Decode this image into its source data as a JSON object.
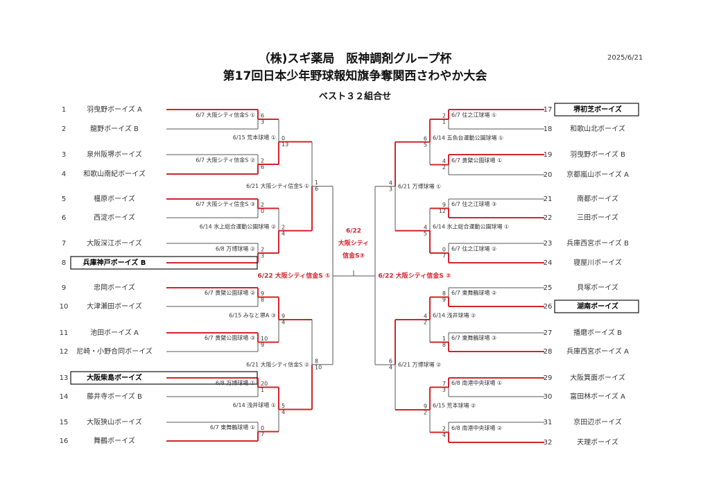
{
  "header": {
    "title_line1": "（株)スギ薬局　阪神調剤グループ杯",
    "title_line2": "第17回日本少年野球報知旗争奪関西さわやか大会",
    "title_line3": "ベスト３２組合せ",
    "date": "2025/6/21"
  },
  "left_teams": [
    {
      "num": "1",
      "name": "羽曳野ボーイズ A",
      "seed": false
    },
    {
      "num": "2",
      "name": "龍野ボーイズ B",
      "seed": false
    },
    {
      "num": "3",
      "name": "泉州阪堺ボーイズ",
      "seed": false
    },
    {
      "num": "4",
      "name": "和歌山南紀ボーイズ",
      "seed": false
    },
    {
      "num": "5",
      "name": "橿原ボーイズ",
      "seed": false
    },
    {
      "num": "6",
      "name": "西淀ボーイズ",
      "seed": false
    },
    {
      "num": "7",
      "name": "大阪深江ボーイズ",
      "seed": false
    },
    {
      "num": "8",
      "name": "兵庫神戸ボーイズ B",
      "seed": true
    },
    {
      "num": "9",
      "name": "忠岡ボーイズ",
      "seed": false
    },
    {
      "num": "10",
      "name": "大津瀬田ボーイズ",
      "seed": false
    },
    {
      "num": "11",
      "name": "池田ボーイズ A",
      "seed": false
    },
    {
      "num": "12",
      "name": "尼崎・小野合同ボーイズ",
      "seed": false
    },
    {
      "num": "13",
      "name": "大阪柴島ボーイズ",
      "seed": true
    },
    {
      "num": "14",
      "name": "藤井寺ボーイズ B",
      "seed": false
    },
    {
      "num": "15",
      "name": "大阪狭山ボーイズ",
      "seed": false
    },
    {
      "num": "16",
      "name": "舞鶴ボーイズ",
      "seed": false
    }
  ],
  "right_teams": [
    {
      "num": "17",
      "name": "堺初芝ボーイズ",
      "seed": true
    },
    {
      "num": "18",
      "name": "和歌山北ボーイズ",
      "seed": false
    },
    {
      "num": "19",
      "name": "羽曳野ボーイズ B",
      "seed": false
    },
    {
      "num": "20",
      "name": "京都嵐山ボーイズ A",
      "seed": false
    },
    {
      "num": "21",
      "name": "南都ボーイズ",
      "seed": false
    },
    {
      "num": "22",
      "name": "三田ボーイズ",
      "seed": false
    },
    {
      "num": "23",
      "name": "兵庫西宮ボーイズ B",
      "seed": false
    },
    {
      "num": "24",
      "name": "寝屋川ボーイズ",
      "seed": false
    },
    {
      "num": "25",
      "name": "貝塚ボーイズ",
      "seed": false
    },
    {
      "num": "26",
      "name": "湖南ボーイズ",
      "seed": true
    },
    {
      "num": "27",
      "name": "播磨ボーイズ B",
      "seed": false
    },
    {
      "num": "28",
      "name": "兵庫西宮ボーイズ A",
      "seed": false
    },
    {
      "num": "29",
      "name": "大阪箕面ボーイズ",
      "seed": false
    },
    {
      "num": "30",
      "name": "富田林ボーイズ A",
      "seed": false
    },
    {
      "num": "31",
      "name": "京田辺ボーイズ",
      "seed": false
    },
    {
      "num": "32",
      "name": "天理ボーイズ",
      "seed": false
    }
  ],
  "left_r1": [
    {
      "venue": "6/7 大阪シティ信金S ①",
      "top": "6",
      "bot": "3",
      "winner": "top"
    },
    {
      "venue": "6/7 大阪シティ信金S ②",
      "top": "2",
      "bot": "6",
      "winner": "bot"
    },
    {
      "venue": "6/7 大阪シティ信金S ③",
      "top": "2",
      "bot": "0",
      "winner": "top"
    },
    {
      "venue": "6/8 万博球場 ②",
      "top": "2",
      "bot": "3",
      "winner": "bot"
    },
    {
      "venue": "6/7 黄檗公園球場 ②",
      "top": "9",
      "bot": "8",
      "winner": "top"
    },
    {
      "venue": "6/7 黄檗公園球場 ③",
      "top": "10",
      "bot": "9",
      "winner": "top"
    },
    {
      "venue": "6/8 万博球場 ①",
      "top": "20",
      "bot": "1",
      "winner": "top"
    },
    {
      "venue": "6/7 東舞鶴球場 ①",
      "top": "0",
      "bot": "7",
      "winner": "bot"
    }
  ],
  "left_r2": [
    {
      "venue": "6/15 荒本球場 ①",
      "top": "0",
      "bot": "13",
      "winner": "bot"
    },
    {
      "venue": "6/14 氷上総合運動公園球場 ②",
      "top": "2",
      "bot": "4",
      "winner": "bot"
    },
    {
      "venue": "6/15 みなと堺A ③",
      "top": "9",
      "bot": "4",
      "winner": "top"
    },
    {
      "venue": "6/14 浅井球場 ①",
      "top": "5",
      "bot": "4",
      "winner": "top"
    }
  ],
  "left_r3": [
    {
      "venue": "6/21 大阪シティ信金S ①",
      "top": "1",
      "bot": "6",
      "winner": "bot"
    },
    {
      "venue": "6/21 大阪シティ信金S ②",
      "top": "8",
      "bot": "10",
      "winner": "bot"
    }
  ],
  "right_r1": [
    {
      "venue": "6/7 住之江球場 ①",
      "top": "2",
      "bot": "1",
      "winner": "top"
    },
    {
      "venue": "6/7 黄檗公園球場 ①",
      "top": "4",
      "bot": "2",
      "winner": "top"
    },
    {
      "venue": "6/7 住之江球場 ③",
      "top": "9",
      "bot": "12",
      "winner": "bot"
    },
    {
      "venue": "6/7 住之江球場 ②",
      "top": "0",
      "bot": "7",
      "winner": "bot"
    },
    {
      "venue": "6/7 東舞鶴球場 ②",
      "top": "8",
      "bot": "9",
      "winner": "bot"
    },
    {
      "venue": "6/7 東舞鶴球場 ③",
      "top": "1",
      "bot": "8",
      "winner": "bot"
    },
    {
      "venue": "6/8 南港中央球場 ①",
      "top": "7",
      "bot": "3",
      "winner": "top"
    },
    {
      "venue": "6/8 南港中央球場 ②",
      "top": "2",
      "bot": "4",
      "winner": "bot"
    }
  ],
  "right_r2": [
    {
      "venue": "6/14 五色台運動公園球場 ①",
      "top": "6",
      "bot": "5",
      "winner": "top"
    },
    {
      "venue": "6/14 氷上総合運動公園球場 ①",
      "top": "4",
      "bot": "5",
      "winner": "bot"
    },
    {
      "venue": "6/14 浅井球場 ②",
      "top": "4",
      "bot": "2",
      "winner": "top"
    },
    {
      "venue": "6/15 荒本球場 ②",
      "top": "9",
      "bot": "2",
      "winner": "top"
    }
  ],
  "right_r3": [
    {
      "venue": "6/21 万博球場 ①",
      "top": "4",
      "bot": "3",
      "winner": "top"
    },
    {
      "venue": "6/21 万博球場 ②",
      "top": "6",
      "bot": "4",
      "winner": "top"
    }
  ],
  "semis": {
    "left_venue": "6/22 大阪シティ信金S ①",
    "right_venue": "6/22 大阪シティ信金S ②"
  },
  "final": {
    "line1": "6/22",
    "line2": "大阪シティ",
    "line3": "信金S③"
  },
  "colors": {
    "win": "#d2232a",
    "line": "#555555",
    "accent": "#d2232a"
  }
}
